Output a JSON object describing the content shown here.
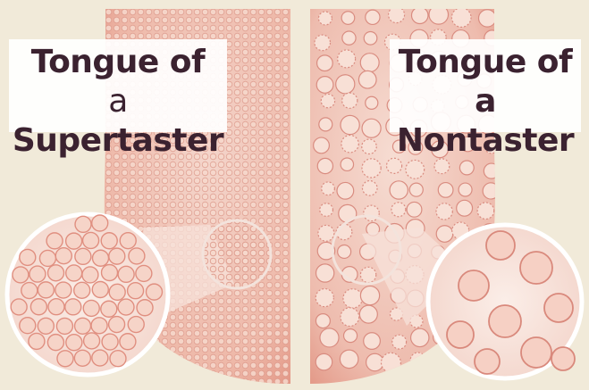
{
  "panels": [
    {
      "title_line1": "Tongue of",
      "title_line2_prefix": "a ",
      "title_line2_word": "Supertaster"
    },
    {
      "title_line1": "Tongue of",
      "title_line2_prefix": "a ",
      "title_line2_word": "Nontaster"
    }
  ],
  "colors": {
    "background": "#f1ead9",
    "tongue": "#eaa898",
    "papilla_fill": "#f6d4c8",
    "papilla_edge": "#d98c80",
    "label_text": "#3b2230"
  }
}
